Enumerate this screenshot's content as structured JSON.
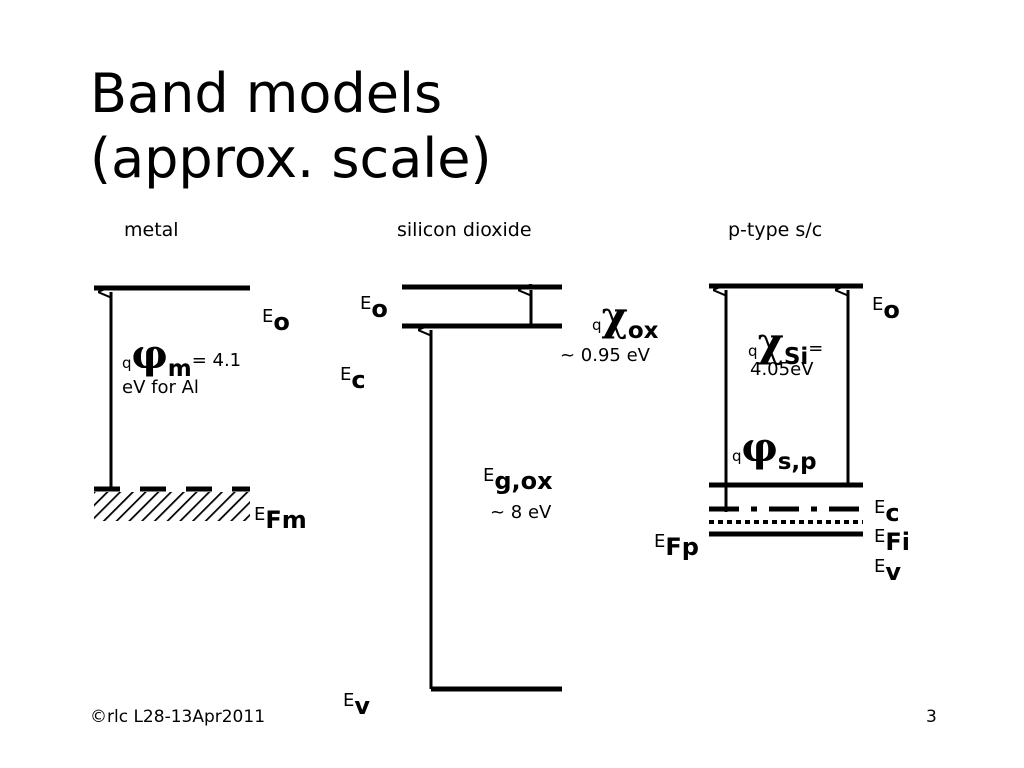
{
  "title": {
    "line1": "Band models",
    "line2": "(approx. scale)"
  },
  "sections": {
    "metal": "metal",
    "oxide": "silicon dioxide",
    "semiconductor": "p-type s/c"
  },
  "metal": {
    "eo_E": "E",
    "eo_sub": "o",
    "phi_q": "q",
    "phi_symbol": "φ",
    "phi_sub": "m",
    "phi_value": "= 4.1",
    "phi_value2": "eV for Al",
    "efm_E": "E",
    "efm_sub": "Fm"
  },
  "oxide": {
    "eo_E": "E",
    "eo_sub": "o",
    "ec_E": "E",
    "ec_sub": "c",
    "chi_q": "q",
    "chi_symbol": "χ",
    "chi_sub": "ox",
    "chi_value": "~ 0.95 eV",
    "eg_E": "E",
    "eg_sub": "g,ox",
    "eg_value": "~ 8 eV",
    "ev_E": "E",
    "ev_sub": "v"
  },
  "semiconductor": {
    "chi_q": "q",
    "chi_symbol": "χ",
    "chi_sub": "Si",
    "chi_eq": "=",
    "chi_value": "4.05eV",
    "eo_E": "E",
    "eo_sub": "o",
    "phi_q": "q",
    "phi_symbol": "φ",
    "phi_sub": "s,p",
    "ec_E": "E",
    "ec_sub": "c",
    "efi_E": "E",
    "efi_sub": "Fi",
    "ev_E": "E",
    "ev_sub": "v",
    "efp_E": "E",
    "efp_sub": "Fp"
  },
  "footer": {
    "credit": "©rlc L28-13Apr2011",
    "page": "3"
  }
}
